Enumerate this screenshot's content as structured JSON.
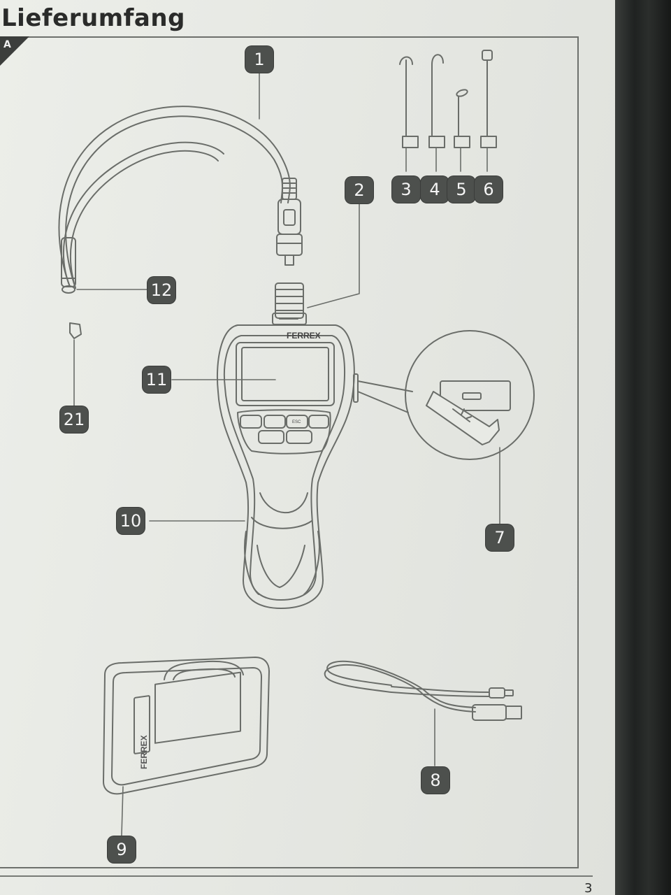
{
  "title": "Lieferumfang",
  "section": "A",
  "page_number": "3",
  "device_brand": "FERREX",
  "case_brand": "FERREX",
  "button_labels": {
    "esc": "ESC"
  },
  "callouts": {
    "c1": "1",
    "c2": "2",
    "c3": "3",
    "c4": "4",
    "c5": "5",
    "c6": "6",
    "c7": "7",
    "c8": "8",
    "c9": "9",
    "c10": "10",
    "c11": "11",
    "c12": "12",
    "c21": "21"
  }
}
